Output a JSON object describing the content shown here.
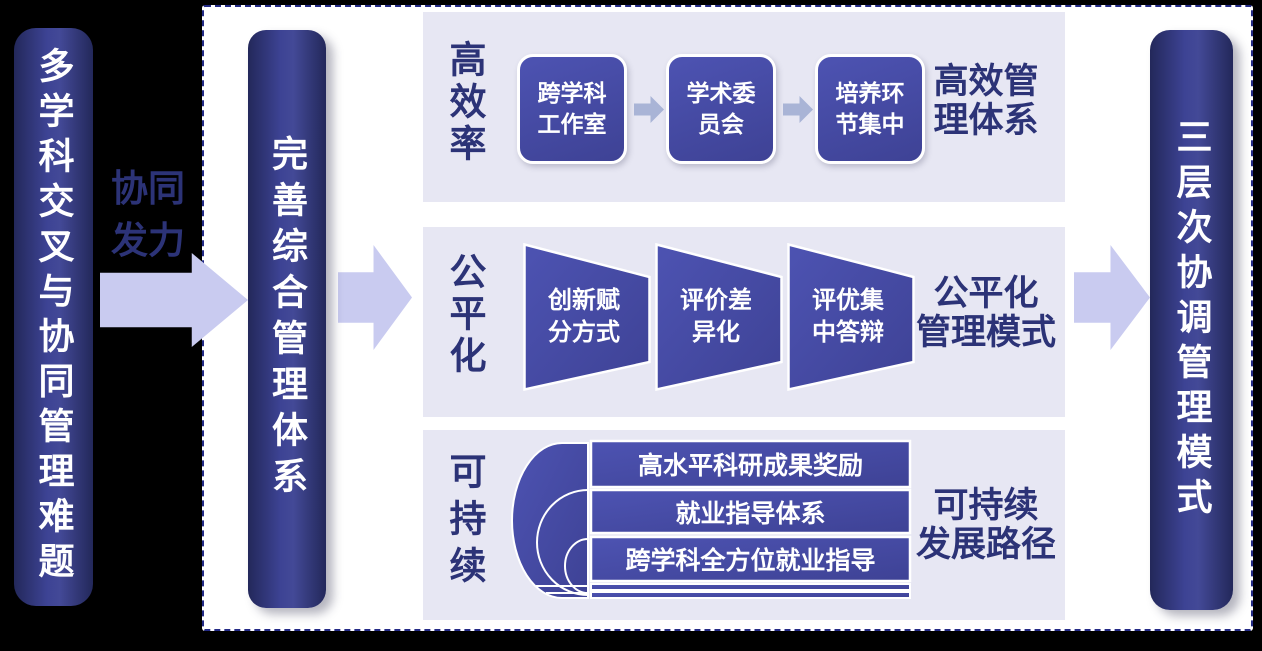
{
  "left_pill": {
    "text": "多学科交叉与协同管理难题"
  },
  "link_label": {
    "line1": "协同",
    "line2": "发力"
  },
  "mid_pill": {
    "text": "完善综合管理体系"
  },
  "right_pill": {
    "text": "三层次协调管理模式"
  },
  "rows": [
    {
      "side_label": "高效率",
      "items": [
        "跨学科工作室",
        "学术委员会",
        "培养环节集中"
      ],
      "result_line1": "高效管",
      "result_line2": "理体系"
    },
    {
      "side_label": "公平化",
      "items": [
        "创新赋分方式",
        "评价差异化",
        "评优集中答辩"
      ],
      "result_line1": "公平化",
      "result_line2": "管理模式"
    },
    {
      "side_label": "可持续",
      "items": [
        "高水平科研成果奖励",
        "就业指导体系",
        "跨学科全方位就业指导"
      ],
      "result_line1": "可持续",
      "result_line2": "发展路径"
    }
  ],
  "colors": {
    "navy_text": "#2c3377",
    "pill_dark": "#23285a",
    "pill_light": "#3e4496",
    "node_fill_light": "#4d53b2",
    "node_fill_dark": "#3e4295",
    "row_bg": "#e7e7f3",
    "arrow_light": "#c9cbf0",
    "arrow_small": "#a9b4d6",
    "panel_border": "#232a85"
  }
}
